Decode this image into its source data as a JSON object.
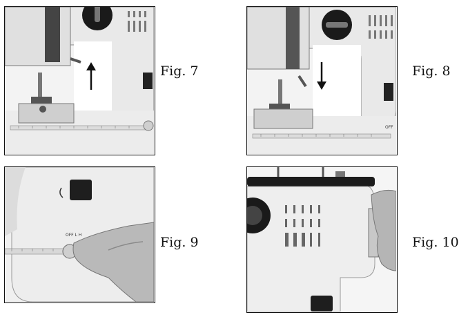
{
  "figures": [
    {
      "id": "fig7",
      "caption": "Fig. 7",
      "arrow": "up"
    },
    {
      "id": "fig8",
      "caption": "Fig. 8",
      "arrow": "down"
    },
    {
      "id": "fig9",
      "caption": "Fig. 9",
      "switch_label": "OFF L H"
    },
    {
      "id": "fig10",
      "caption": "Fig. 10"
    }
  ],
  "fig8_switch_label": "OFF",
  "colors": {
    "border": "#111111",
    "machine_body": "#f1f1f1",
    "dial": "#1a1a1a",
    "pattern_color": "#888888"
  }
}
